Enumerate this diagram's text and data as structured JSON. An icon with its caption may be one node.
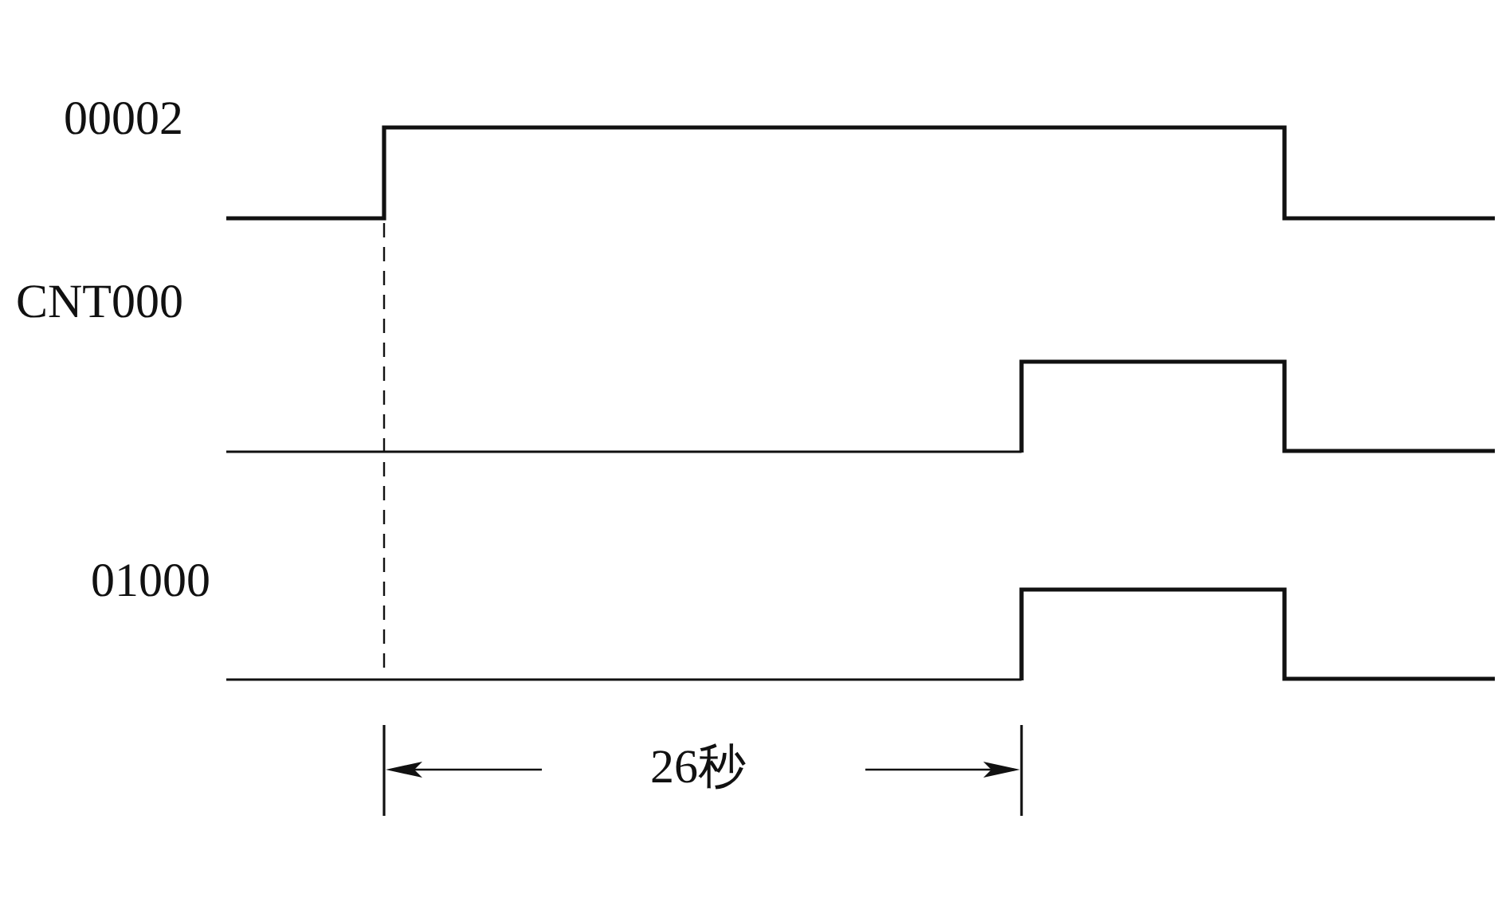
{
  "diagram": {
    "labels": [
      "00002",
      "CNT000",
      "01000",
      "26秒"
    ]
  }
}
